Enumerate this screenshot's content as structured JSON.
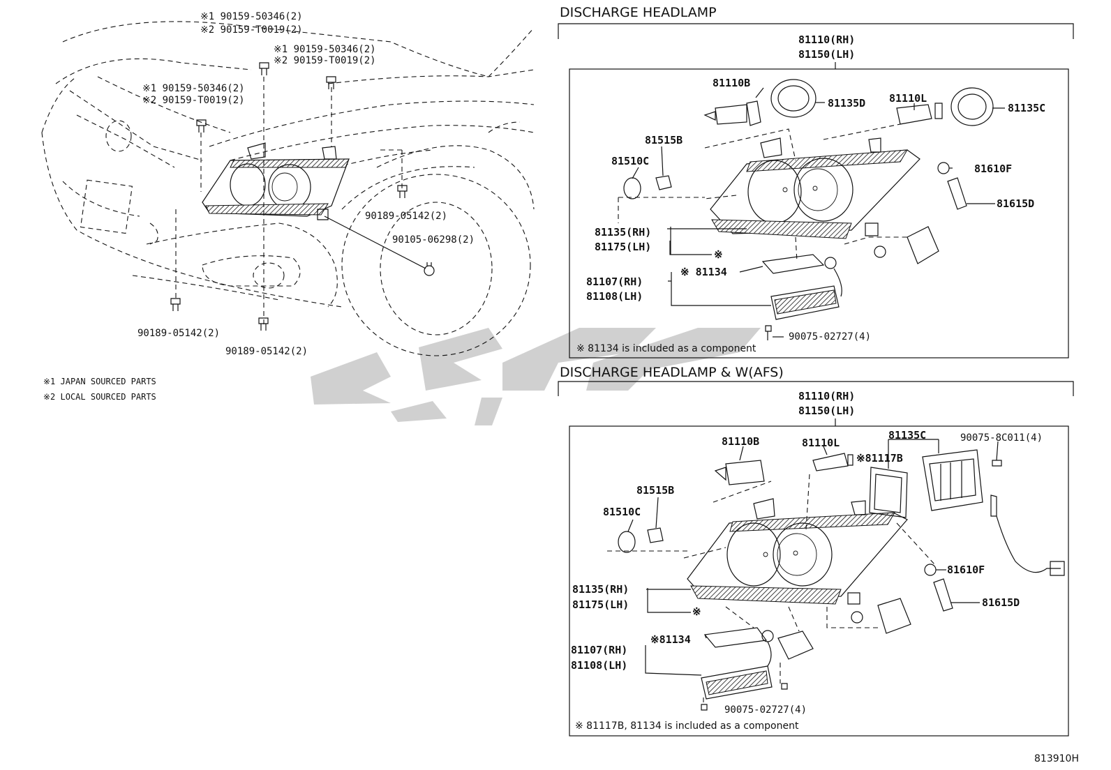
{
  "sections": {
    "discharge": {
      "title": "DISCHARGE HEADLAMP",
      "assembly": [
        "81110(RH)",
        "81150(LH)"
      ],
      "parts": {
        "p81110B": "81110B",
        "p81135D": "81135D",
        "p81110L": "81110L",
        "p81135C": "81135C",
        "p81515B": "81515B",
        "p81510C": "81510C",
        "p81610F": "81610F",
        "p81615D": "81615D",
        "p81135rh": "81135(RH)",
        "p81175lh": "81175(LH)",
        "p81134": "※ 81134",
        "p81107rh": "81107(RH)",
        "p81108lh": "81108(LH)",
        "p90075": "90075-02727(4)",
        "mark": "※"
      },
      "note": "※ 81134 is included as a component"
    },
    "afs": {
      "title": "DISCHARGE HEADLAMP & W(AFS)",
      "assembly": [
        "81110(RH)",
        "81150(LH)"
      ],
      "parts": {
        "p81110B": "81110B",
        "p81110L": "81110L",
        "p81117B": "※81117B",
        "p81135C": "81135C",
        "p900758c": "90075-8C011(4)",
        "p81515B": "81515B",
        "p81510C": "81510C",
        "p81610F": "81610F",
        "p81615D": "81615D",
        "p81135rh": "81135(RH)",
        "p81175lh": "81175(LH)",
        "p81134": "※81134",
        "p81107rh": "81107(RH)",
        "p81108lh": "81108(LH)",
        "p90075": "90075-02727(4)",
        "mark": "※"
      },
      "note": "※ 81117B, 81134 is included as a component"
    }
  },
  "vehicle": {
    "callouts": {
      "a1": "※1 90159-50346(2)",
      "a2": "※2 90159-T0019(2)",
      "b1": "※1 90159-50346(2)",
      "b2": "※2 90159-T0019(2)",
      "c1": "※1 90159-50346(2)",
      "c2": "※2 90159-T0019(2)",
      "d": "90189-05142(2)",
      "e": "90105-06298(2)",
      "f": "90189-05142(2)",
      "g": "90189-05142(2)"
    }
  },
  "footnotes": [
    "※1 JAPAN SOURCED PARTS",
    "※2 LOCAL SOURCED PARTS"
  ],
  "diagram_id": "813910H",
  "watermark_color": "#c8c8c8"
}
